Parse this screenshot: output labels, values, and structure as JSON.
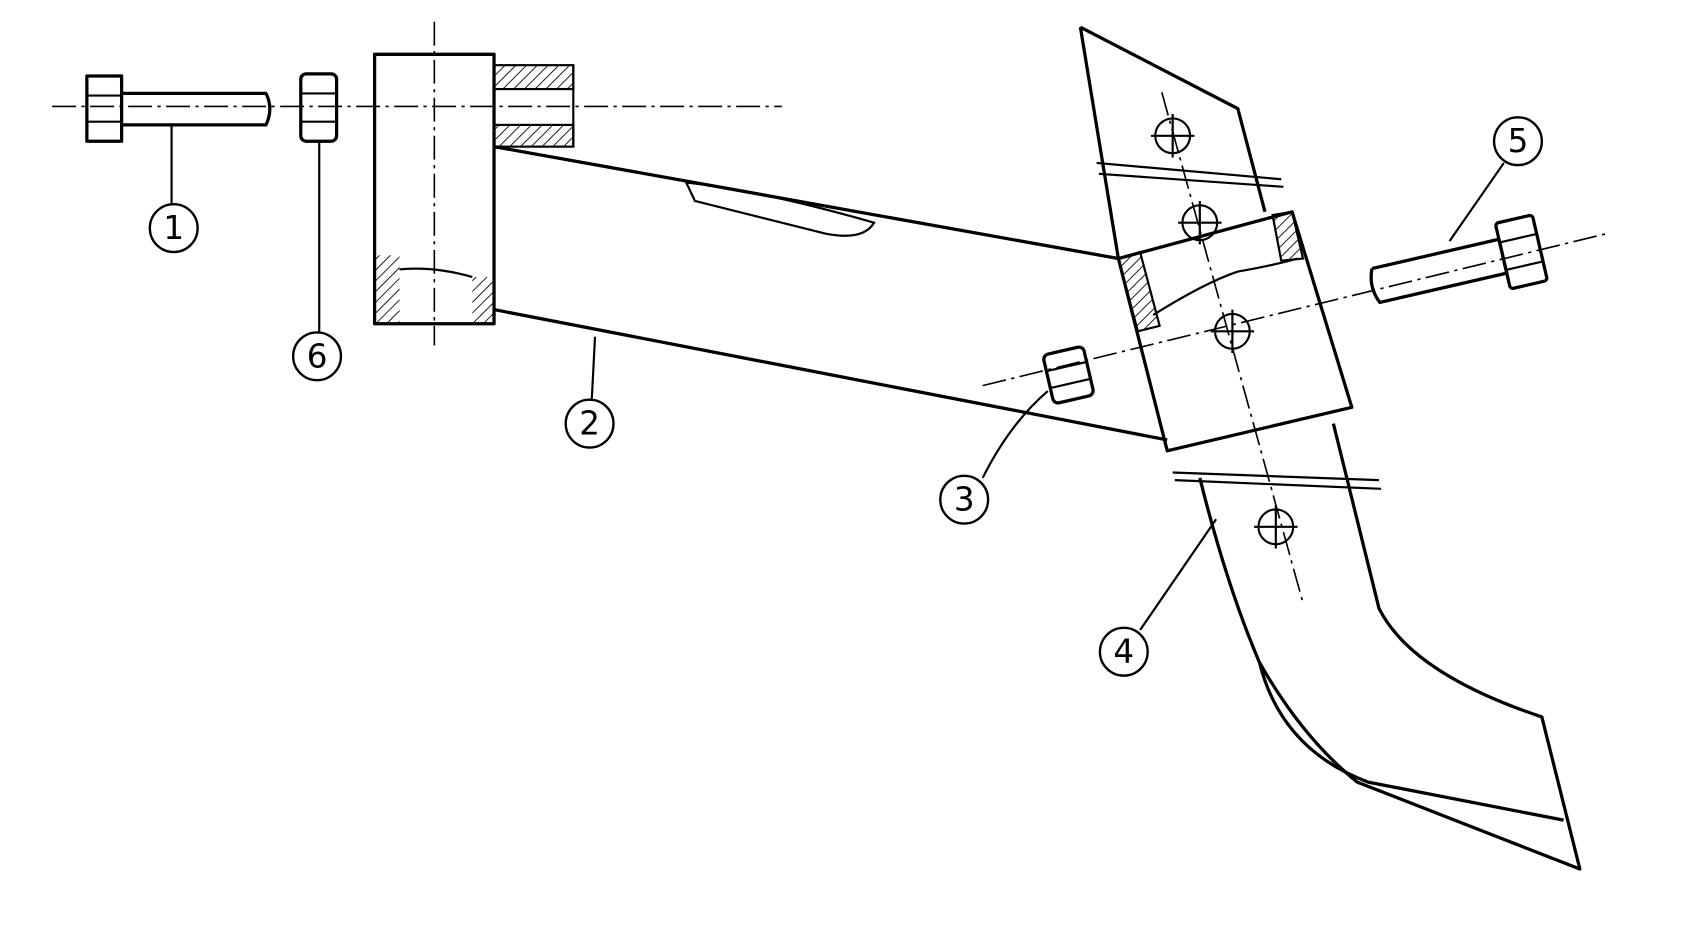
{
  "figure": {
    "part_labels": [
      "1",
      "2",
      "3",
      "4",
      "5",
      "6"
    ],
    "line_color": "#000000",
    "background": "#ffffff"
  }
}
